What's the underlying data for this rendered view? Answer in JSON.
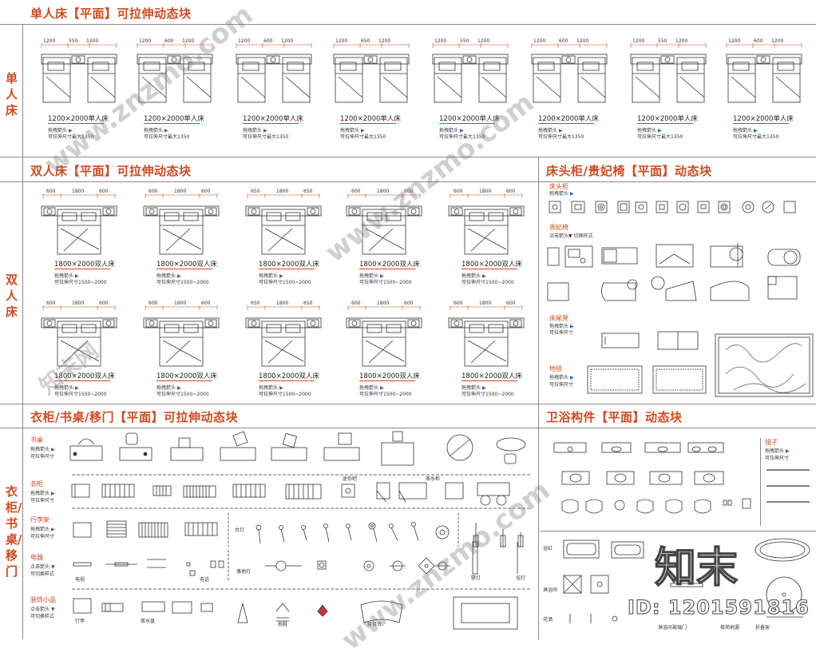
{
  "sections": {
    "single_bed": {
      "title": "单人床【平面】可拉伸动态块",
      "side": "单人床"
    },
    "double_bed": {
      "title": "双人床【平面】可拉伸动态块",
      "side": "双人床"
    },
    "nightstand": {
      "title": "床头柜/贵妃椅【平面】动态块"
    },
    "wardrobe": {
      "title": "衣柜/书桌/移门【平面】可拉伸动态块",
      "side": "衣柜/书桌/移门"
    },
    "bathroom": {
      "title": "卫浴构件【平面】动态块"
    }
  },
  "single_beds": [
    {
      "dims": [
        "1200",
        "550",
        "1200"
      ],
      "caption": "1200×2000单人床",
      "drag": "拖拽箭头",
      "range": "可拉伸尺寸最大1350"
    },
    {
      "dims": [
        "1200",
        "600",
        "1200"
      ],
      "caption": "1200×2000单人床",
      "drag": "拖拽箭头",
      "range": "可拉伸尺寸最大1350"
    },
    {
      "dims": [
        "1200",
        "600",
        "1200"
      ],
      "caption": "1200×2000单人床",
      "drag": "拖拽箭头",
      "range": "可拉伸尺寸最大1350"
    },
    {
      "dims": [
        "1200",
        "650",
        "1200"
      ],
      "caption": "1200×2000单人床",
      "drag": "拖拽箭头",
      "range": "可拉伸尺寸最大1350"
    },
    {
      "dims": [
        "1200",
        "550",
        "1200"
      ],
      "caption": "1200×2000单人床",
      "drag": "拖拽箭头",
      "range": "可拉伸尺寸最大1350"
    },
    {
      "dims": [
        "1200",
        "600",
        "1200"
      ],
      "caption": "1200×2000单人床",
      "drag": "拖拽箭头",
      "range": "可拉伸尺寸最大1350"
    },
    {
      "dims": [
        "1200",
        "550",
        "1200"
      ],
      "caption": "1200×2000单人床",
      "drag": "拖拽箭头",
      "range": "可拉伸尺寸最大1350"
    },
    {
      "dims": [
        "1200",
        "600",
        "1200"
      ],
      "caption": "1200×2000单人床",
      "drag": "拖拽箭头",
      "range": "可拉伸尺寸最大1350"
    }
  ],
  "double_beds": [
    {
      "dims": [
        "600",
        "1800",
        "600"
      ],
      "caption": "1800×2000双人床",
      "drag": "拖拽箭头",
      "range": "可拉伸尺寸1500~2000"
    },
    {
      "dims": [
        "600",
        "1800",
        "600"
      ],
      "caption": "1800×2000双人床",
      "drag": "拖拽箭头",
      "range": "可拉伸尺寸1500~2000"
    },
    {
      "dims": [
        "650",
        "1800",
        "650"
      ],
      "caption": "1800×2000双人床",
      "drag": "拖拽箭头",
      "range": "可拉伸尺寸1500~2000"
    },
    {
      "dims": [
        "600",
        "1800",
        "600"
      ],
      "caption": "1800×2000双人床",
      "drag": "拖拽箭头",
      "range": "可拉伸尺寸1500~2000"
    },
    {
      "dims": [
        "600",
        "1800",
        "600"
      ],
      "caption": "1800×2000双人床",
      "drag": "拖拽箭头",
      "range": "可拉伸尺寸1500~2000"
    },
    {
      "dims": [
        "600",
        "1800",
        "600"
      ],
      "caption": "1800×2000双人床",
      "drag": "拖拽箭头",
      "range": "可拉伸尺寸1500~2000"
    },
    {
      "dims": [
        "600",
        "1800",
        "600"
      ],
      "caption": "1800×2000双人床",
      "drag": "拖拽箭头",
      "range": "可拉伸尺寸1500~2000"
    },
    {
      "dims": [
        "650",
        "1800",
        "650"
      ],
      "caption": "1800×2000双人床",
      "drag": "拖拽箭头",
      "range": "可拉伸尺寸1500~2000"
    },
    {
      "dims": [
        "600",
        "1800",
        "600"
      ],
      "caption": "1800×2000双人床",
      "drag": "拖拽箭头",
      "range": "可拉伸尺寸1500~2000"
    },
    {
      "dims": [
        "600",
        "1800",
        "600"
      ],
      "caption": "1800×2000双人床",
      "drag": "拖拽箭头",
      "range": "可拉伸尺寸1500~2000"
    }
  ],
  "nightstand_labels": {
    "nightstand": "床头柜",
    "nightstand_drag": "拖拽箭头",
    "chaise": "贵妃椅",
    "chaise_hint": "点击箭头▼ 切换样式",
    "bench": "床尾凳",
    "bench_drag": "拖拽箭头",
    "bench_range": "可拉伸尺寸",
    "rug": "地毯",
    "rug_drag": "拖拽箭头",
    "rug_range": "可拉伸尺寸"
  },
  "wardrobe_labels": {
    "desk": "书桌",
    "desk_drag": "拖拽箭头",
    "desk_range": "可拉伸尺寸",
    "wardrobe": "衣柜",
    "wardrobe_drag": "拖拽箭头",
    "wardrobe_range": "可拉伸尺寸",
    "minibar": "迷你吧",
    "tea": "茶水柜",
    "luggage": "行李架",
    "luggage_drag": "拖拽箭头",
    "luggage_range": "可拉伸尺寸",
    "table_lamp": "台灯",
    "appliance": "电器",
    "appliance_hint": "点击箭头",
    "appliance_hint2": "可切换样式",
    "tv": "电视",
    "phone": "电话",
    "floor_lamp": "落地灯",
    "wall_lamp": "壁灯",
    "hang_lamp": "挂灯",
    "decor": "装饰小品",
    "decor_hint": "点击箭头",
    "decor_hint2": "可切换样式",
    "luggage2": "行李",
    "tea_tray": "茶水盘",
    "slipper": "拖鞋",
    "reception": "接待台"
  },
  "bath_labels": {
    "mirror": "镜子",
    "mirror_drag": "拖拽箭头",
    "mirror_range": "可拉伸尺寸",
    "tub": "浴缸",
    "shower": "淋浴间",
    "floor_drain": "花洒",
    "shower_glass": "淋浴间玻璃门",
    "drain": "极简地漏",
    "hanger": "折叠架"
  },
  "watermark": {
    "brand": "知末",
    "id": "ID: 1201591816",
    "site": "www.znzmo.com",
    "logo_text": "知末网"
  },
  "colors": {
    "accent": "#d2491e",
    "arrow": "#1f5fd8",
    "line": "#8a8a8a"
  }
}
